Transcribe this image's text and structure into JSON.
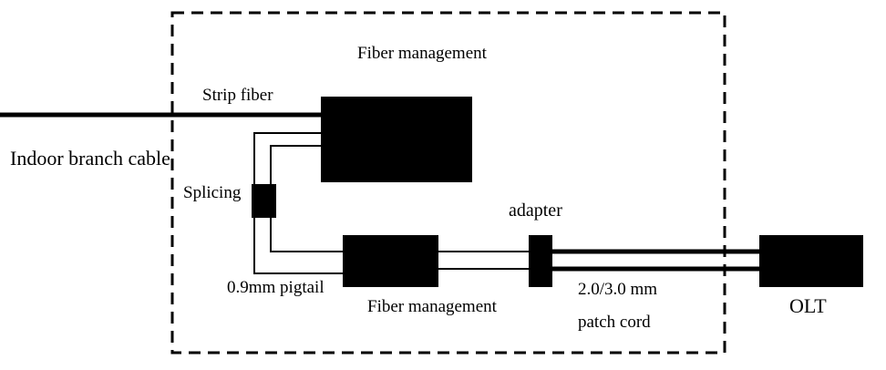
{
  "labels": {
    "fiber_management_top": "Fiber management",
    "strip_fiber": "Strip fiber",
    "indoor_branch_cable": "Indoor branch cable",
    "splicing": "Splicing",
    "adapter": "adapter",
    "pigtail": "0.9mm pigtail",
    "fiber_management_bottom": "Fiber management",
    "patch_cord_size": "2.0/3.0 mm",
    "patch_cord": "patch cord",
    "olt": "OLT"
  },
  "colors": {
    "ink": "#000000",
    "background": "#ffffff"
  }
}
